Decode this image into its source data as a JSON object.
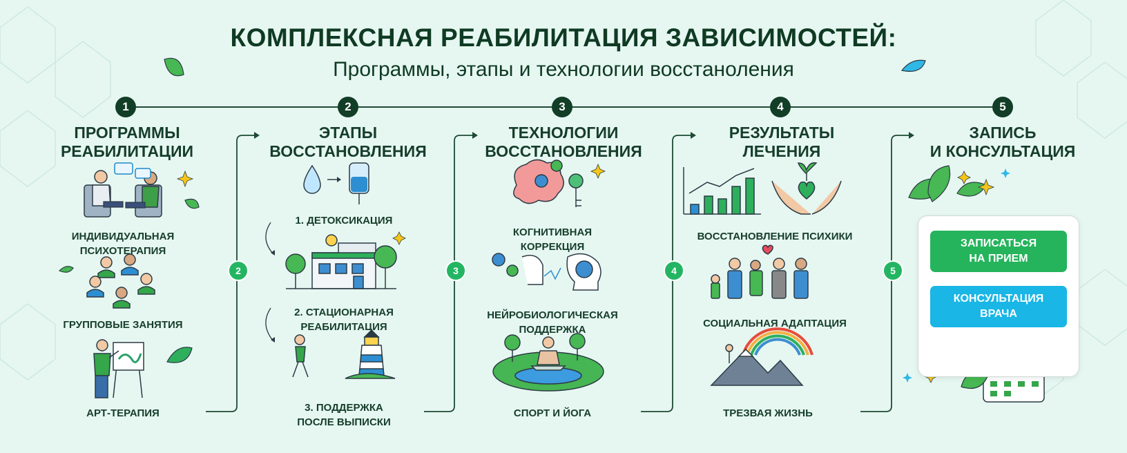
{
  "header": {
    "title": "КОМПЛЕКСНАЯ РЕАБИЛИТАЦИЯ ЗАВИСИМОСТЕЙ:",
    "subtitle": "Программы, этапы и технологии восстаноления"
  },
  "steps": [
    {
      "number": "1",
      "heading_line1": "ПРОГРАММЫ",
      "heading_line2": "РЕАБИЛИТАЦИИ",
      "items": [
        {
          "line1": "ИНДИВИДУАЛЬНАЯ",
          "line2": "ПСИХОТЕРАПИЯ"
        },
        {
          "line1": "ГРУППОВЫЕ ЗАНЯТИЯ"
        },
        {
          "line1": "АРТ-ТЕРАПИЯ"
        }
      ]
    },
    {
      "number": "2",
      "heading_line1": "ЭТАПЫ",
      "heading_line2": "ВОССТАНОВЛЕНИЯ",
      "items": [
        {
          "line1": "1. ДЕТОКСИКАЦИЯ"
        },
        {
          "line1": "2. СТАЦИОНАРНАЯ",
          "line2": "РЕАБИЛИТАЦИЯ"
        },
        {
          "line1": "3. ПОДДЕРЖКА",
          "line2": "ПОСЛЕ ВЫПИСКИ"
        }
      ]
    },
    {
      "number": "3",
      "heading_line1": "ТЕХНОЛОГИИ",
      "heading_line2": "ВОССТАНОВЛЕНИЯ",
      "items": [
        {
          "line1": "КОГНИТИВНАЯ",
          "line2": "КОРРЕКЦИЯ"
        },
        {
          "line1": "НЕЙРОБИОЛОГИЧЕСКАЯ",
          "line2": "ПОДДЕРЖКА"
        },
        {
          "line1": "СПОРТ И ЙОГА"
        }
      ]
    },
    {
      "number": "4",
      "heading_line1": "РЕЗУЛЬТАТЫ",
      "heading_line2": "ЛЕЧЕНИЯ",
      "items": [
        {
          "line1": "ВОССТАНОВЛЕНИЕ ПСИХИКИ"
        },
        {
          "line1": "СОЦИАЛЬНАЯ АДАПТАЦИЯ"
        },
        {
          "line1": "ТРЕЗВАЯ ЖИЗНЬ"
        }
      ]
    },
    {
      "number": "5",
      "heading_line1": "ЗАПИСЬ",
      "heading_line2": "И КОНСУЛЬТАЦИЯ",
      "items": []
    }
  ],
  "connectors": [
    "2",
    "3",
    "4",
    "5"
  ],
  "actions": {
    "book_line1": "ЗАПИСАТЬСЯ",
    "book_line2": "НА ПРИЕМ",
    "consult_line1": "КОНСУЛЬТАЦИЯ",
    "consult_line2": "ВРАЧА"
  },
  "colors": {
    "background": "#e6f7f2",
    "dark_green": "#123d27",
    "accent_green": "#25b45c",
    "accent_blue": "#19b6e6"
  },
  "icons": [
    "leaf-icon",
    "sparkle-icon",
    "calendar-icon",
    "droplet-icon",
    "iv-bag-icon",
    "brain-gears-icon",
    "key-icon",
    "rainbow-icon",
    "lighthouse-icon"
  ]
}
